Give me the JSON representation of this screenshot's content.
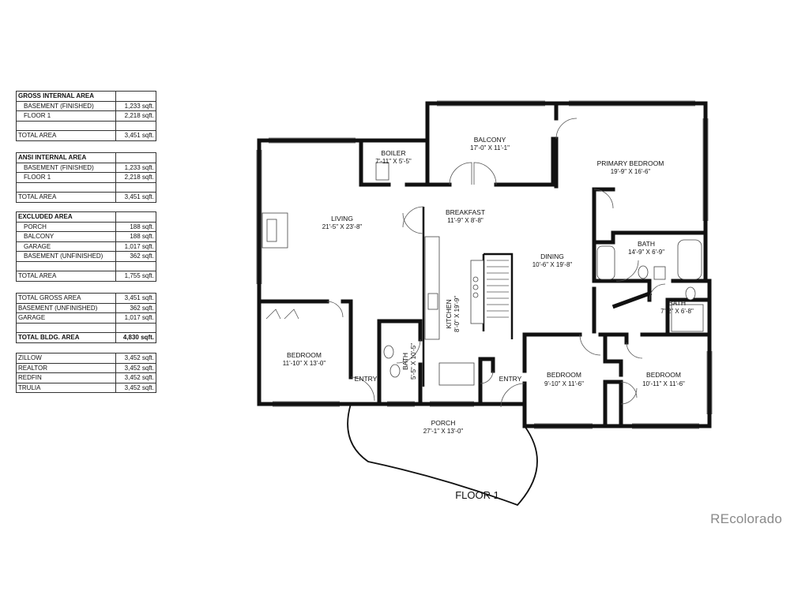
{
  "tables": {
    "gross": {
      "title": "GROSS INTERNAL AREA",
      "rows": [
        {
          "label": "BASEMENT (FINISHED)",
          "value": "1,233 sqft."
        },
        {
          "label": "FLOOR 1",
          "value": "2,218 sqft."
        }
      ],
      "total_label": "TOTAL AREA",
      "total_value": "3,451 sqft."
    },
    "ansi": {
      "title": "ANSI INTERNAL AREA",
      "rows": [
        {
          "label": "BASEMENT (FINISHED)",
          "value": "1,233 sqft."
        },
        {
          "label": "FLOOR 1",
          "value": "2,218 sqft."
        }
      ],
      "total_label": "TOTAL AREA",
      "total_value": "3,451 sqft."
    },
    "excluded": {
      "title": "EXCLUDED AREA",
      "rows": [
        {
          "label": "PORCH",
          "value": "188 sqft."
        },
        {
          "label": "BALCONY",
          "value": "188 sqft."
        },
        {
          "label": "GARAGE",
          "value": "1,017 sqft."
        },
        {
          "label": "BASEMENT (UNFINISHED)",
          "value": "362 sqft."
        }
      ],
      "total_label": "TOTAL AREA",
      "total_value": "1,755 sqft."
    },
    "summary": {
      "rows": [
        {
          "label": "TOTAL GROSS AREA",
          "value": "3,451 sqft."
        },
        {
          "label": "BASEMENT (UNFINISHED)",
          "value": "362 sqft."
        },
        {
          "label": "GARAGE",
          "value": "1,017 sqft."
        }
      ],
      "total_label": "TOTAL BLDG. AREA",
      "total_value": "4,830 sqft."
    },
    "sites": {
      "rows": [
        {
          "label": "ZILLOW",
          "value": "3,452 sqft."
        },
        {
          "label": "REALTOR",
          "value": "3,452 sqft."
        },
        {
          "label": "REDFIN",
          "value": "3,452 sqft."
        },
        {
          "label": "TRULIA",
          "value": "3,452 sqft."
        }
      ]
    }
  },
  "rooms": {
    "boiler": {
      "name": "BOILER",
      "dim": "7'-11\" X 5'-5\""
    },
    "balcony": {
      "name": "BALCONY",
      "dim": "17'-0\" X 11'-1\""
    },
    "primary_bedroom": {
      "name": "PRIMARY BEDROOM",
      "dim": "19'-9\" X 16'-6\""
    },
    "living": {
      "name": "LIVING",
      "dim": "21'-5\" X 23'-8\""
    },
    "breakfast": {
      "name": "BREAKFAST",
      "dim": "11'-9\" X 8'-8\""
    },
    "dining": {
      "name": "DINING",
      "dim": "10'-6\" X 19'-8\""
    },
    "bath_primary": {
      "name": "BATH",
      "dim": "14'-9\" X 6'-9\""
    },
    "bath_hall": {
      "name": "BATH",
      "dim": "7'-2\" X 6'-8\""
    },
    "kitchen": {
      "name": "KITCHEN",
      "dim": "8'-0\" X 19'-9\""
    },
    "bath_small": {
      "name": "BATH",
      "dim": "5'-5\" X 10'-5\""
    },
    "bedroom_left": {
      "name": "BEDROOM",
      "dim": "11'-10\" X 13'-0\""
    },
    "bedroom_mid": {
      "name": "BEDROOM",
      "dim": "9'-10\" X 11'-6\""
    },
    "bedroom_right": {
      "name": "BEDROOM",
      "dim": "10'-11\" X 11'-6\""
    },
    "entry_left": {
      "name": "ENTRY"
    },
    "entry_right": {
      "name": "ENTRY"
    },
    "porch": {
      "name": "PORCH",
      "dim": "27'-1\" X 13'-0\""
    }
  },
  "floor_label": "FLOOR 1",
  "watermark": "REcolorado"
}
